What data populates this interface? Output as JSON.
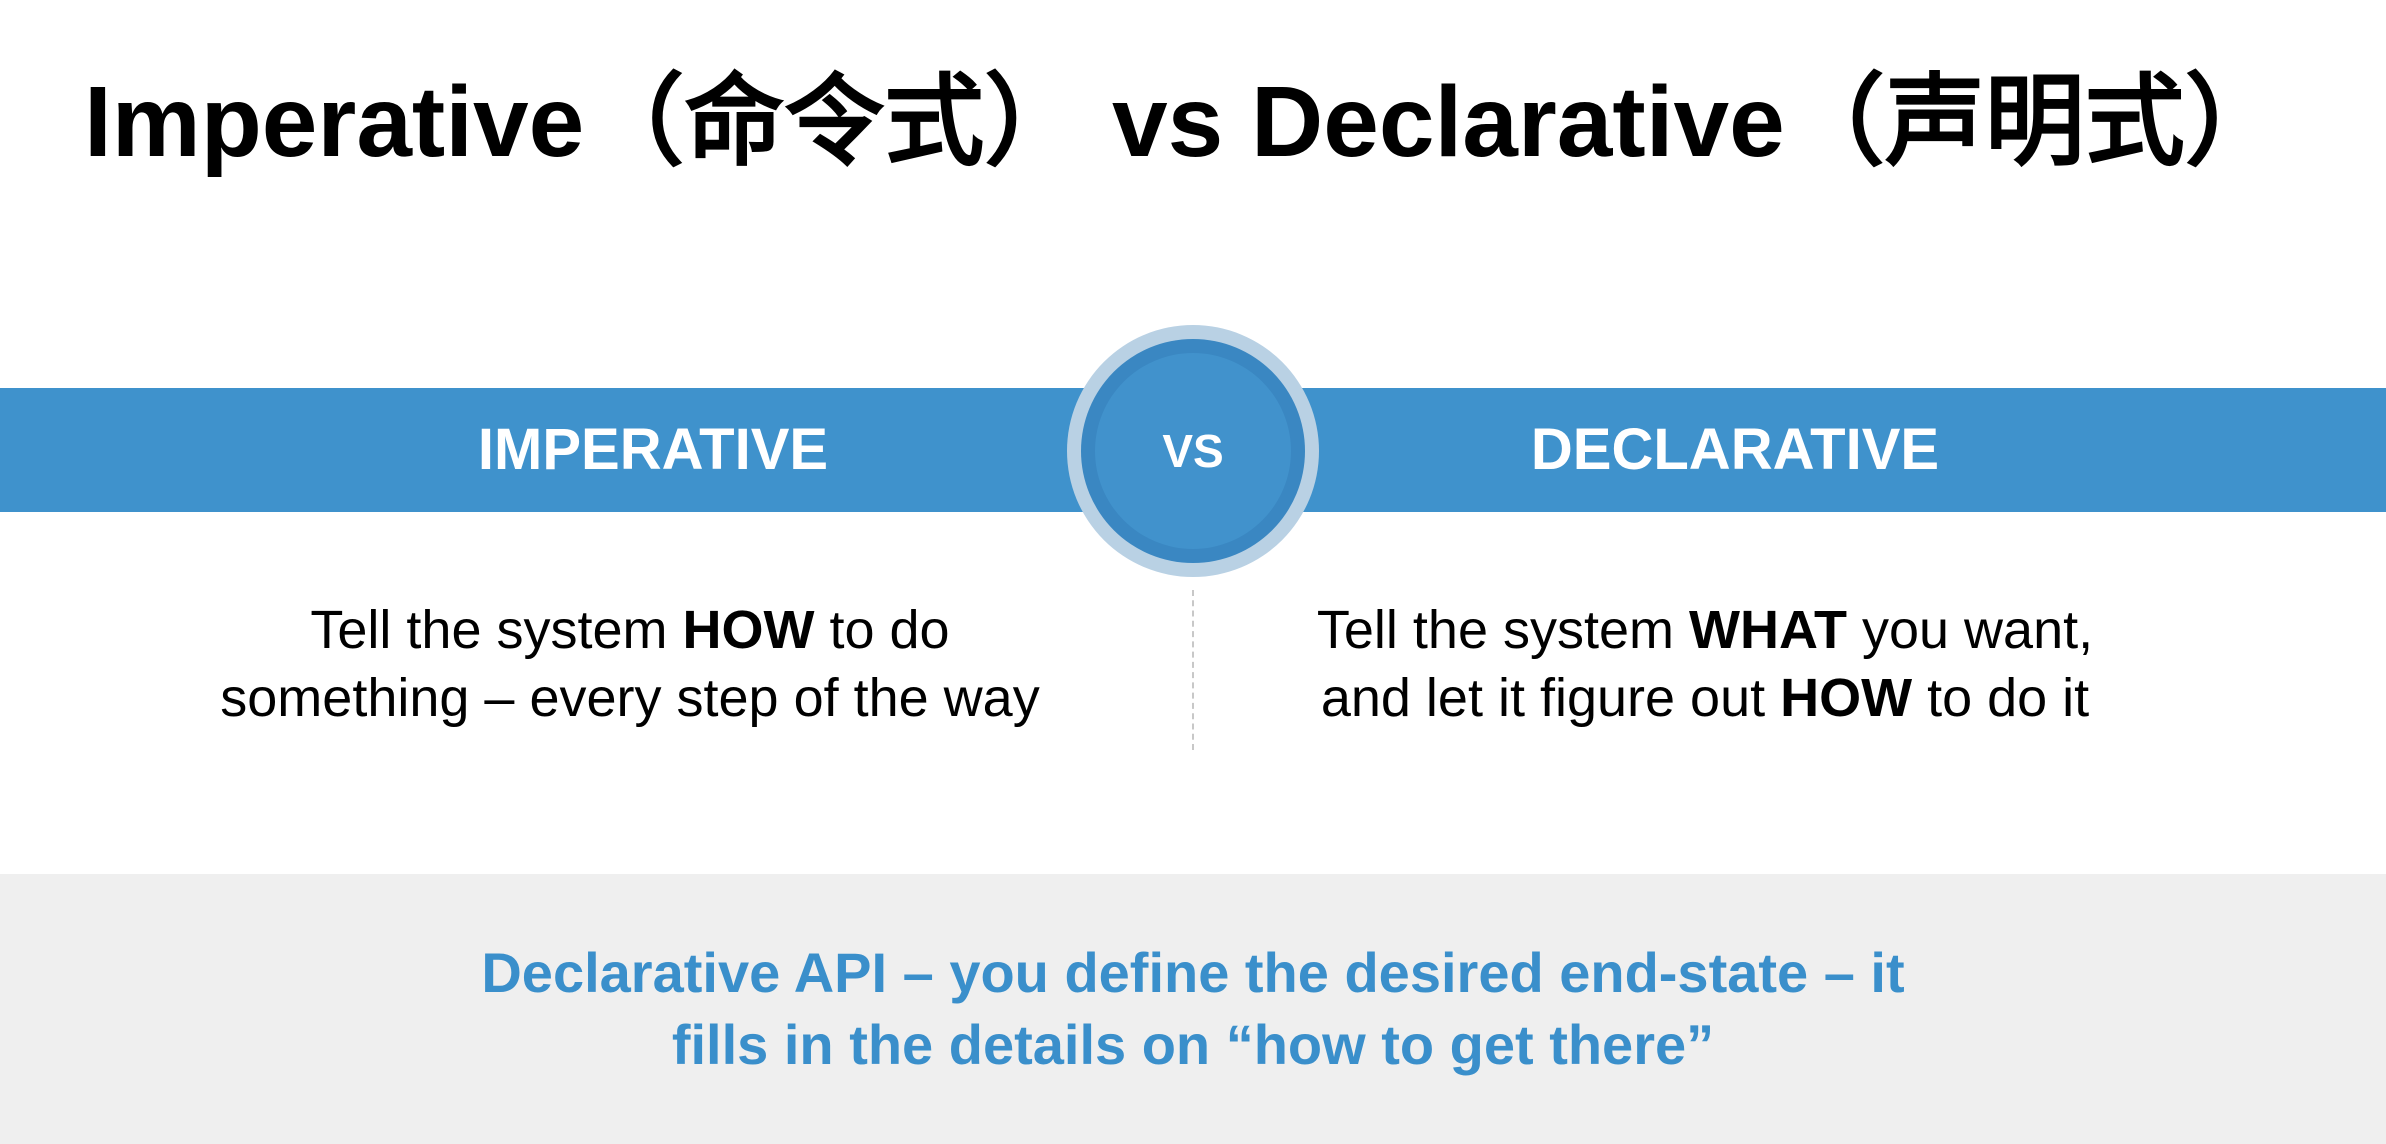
{
  "title": "Imperative（命令式） vs Declarative（声明式）",
  "band": {
    "left_label": "IMPERATIVE",
    "right_label": "DECLARATIVE",
    "vs_label": "VS"
  },
  "imperative_desc": {
    "line1_pre": "Tell the system ",
    "line1_bold": "HOW",
    "line1_post": " to do",
    "line2": "something – every step of the way"
  },
  "declarative_desc": {
    "line1_pre": "Tell the system ",
    "line1_bold": "WHAT",
    "line1_post": " you want,",
    "line2_pre": "and let it figure out ",
    "line2_bold": "HOW",
    "line2_post": " to do it"
  },
  "footer": {
    "line1": "Declarative API – you define the desired end-state – it",
    "line2": "fills in the details on “how to get there”"
  },
  "colors": {
    "band_blue": "#3f92cc",
    "accent_text_blue": "#3a8fcb",
    "footer_bg": "#efefef"
  }
}
